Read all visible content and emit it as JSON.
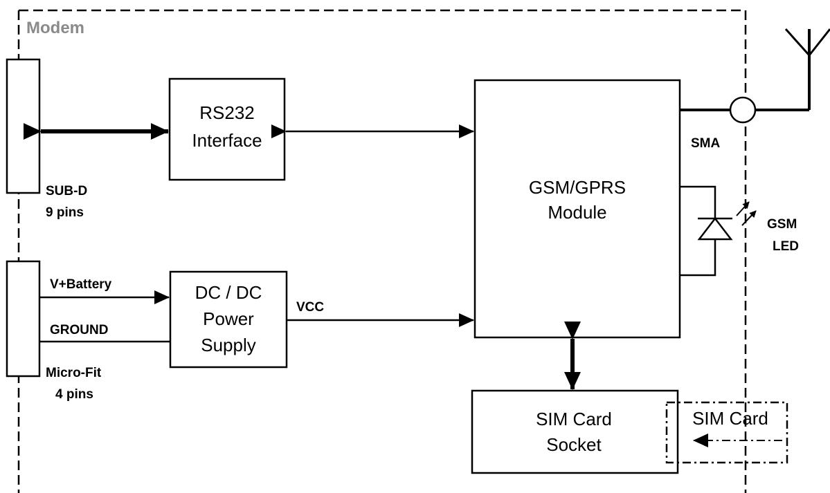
{
  "modem_label": "Modem",
  "blocks": {
    "rs232": [
      "RS232",
      "Interface"
    ],
    "gsm": [
      "GSM/GPRS",
      "Module"
    ],
    "dcdc": [
      "DC / DC",
      "Power",
      "Supply"
    ],
    "sim_socket": [
      "SIM Card",
      "Socket"
    ],
    "sim_card": "SIM Card"
  },
  "labels": {
    "subd": [
      "SUB-D",
      "9 pins"
    ],
    "microfit": [
      "Micro-Fit",
      "4 pins"
    ],
    "battery": "V+Battery",
    "ground": "GROUND",
    "vcc": "VCC",
    "sma": "SMA",
    "led": [
      "GSM",
      "LED"
    ]
  }
}
